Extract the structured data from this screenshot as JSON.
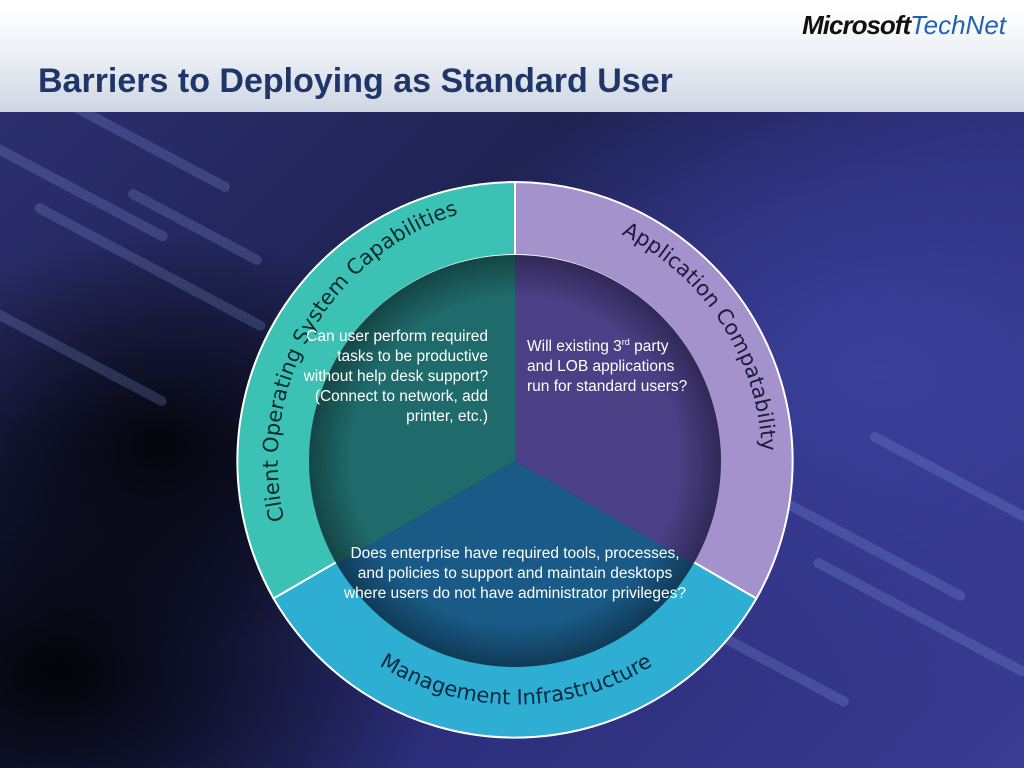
{
  "slide": {
    "title": "Barriers to Deploying as Standard User",
    "brand": {
      "microsoft": "Microsoft",
      "technet": "TechNet"
    }
  },
  "diagram": {
    "segments": [
      {
        "ring_label": "Client Operating System Capabilities",
        "body": "Can user perform required tasks to be productive without help desk support? (Connect to network, add printer, etc.)",
        "ring_color": "#3cc2b4",
        "fill_color": "#1f6a6a"
      },
      {
        "ring_label": "Application Compatability",
        "body_prefix": "Will existing 3",
        "body_sup": "rd",
        "body_suffix": " party and LOB applications run for standard users?",
        "ring_color": "#a392cc",
        "fill_color": "#4b3f86"
      },
      {
        "ring_label": "Management Infrastructure",
        "body": "Does enterprise have required tools, processes, and policies to support and maintain desktops where users do not have administrator privileges?",
        "ring_color": "#2eaed2",
        "fill_color": "#195a86"
      }
    ]
  },
  "colors": {
    "title": "#1f3668",
    "brand_accent": "#1f62b8",
    "background": "#1e2252"
  }
}
